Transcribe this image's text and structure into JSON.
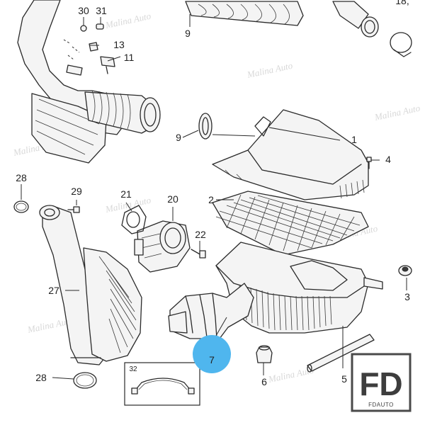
{
  "diagram": {
    "callouts": {
      "c1": "1",
      "c2": "2",
      "c3": "3",
      "c4": "4",
      "c5": "5",
      "c6": "6",
      "c7": "7",
      "c9a": "9",
      "c9b": "9",
      "c11": "11",
      "c13": "13",
      "c18": "18,",
      "c20": "20",
      "c21": "21",
      "c22": "22",
      "c27": "27",
      "c28a": "28",
      "c28b": "28",
      "c29": "29",
      "c30": "30",
      "c31": "31",
      "c32": "32"
    },
    "highlighted_callout": "7",
    "highlight_color": "#4fb6ee",
    "watermark_text": "Malina Auto"
  },
  "logo": {
    "mark": "FD",
    "caption": "FDAUTO"
  }
}
